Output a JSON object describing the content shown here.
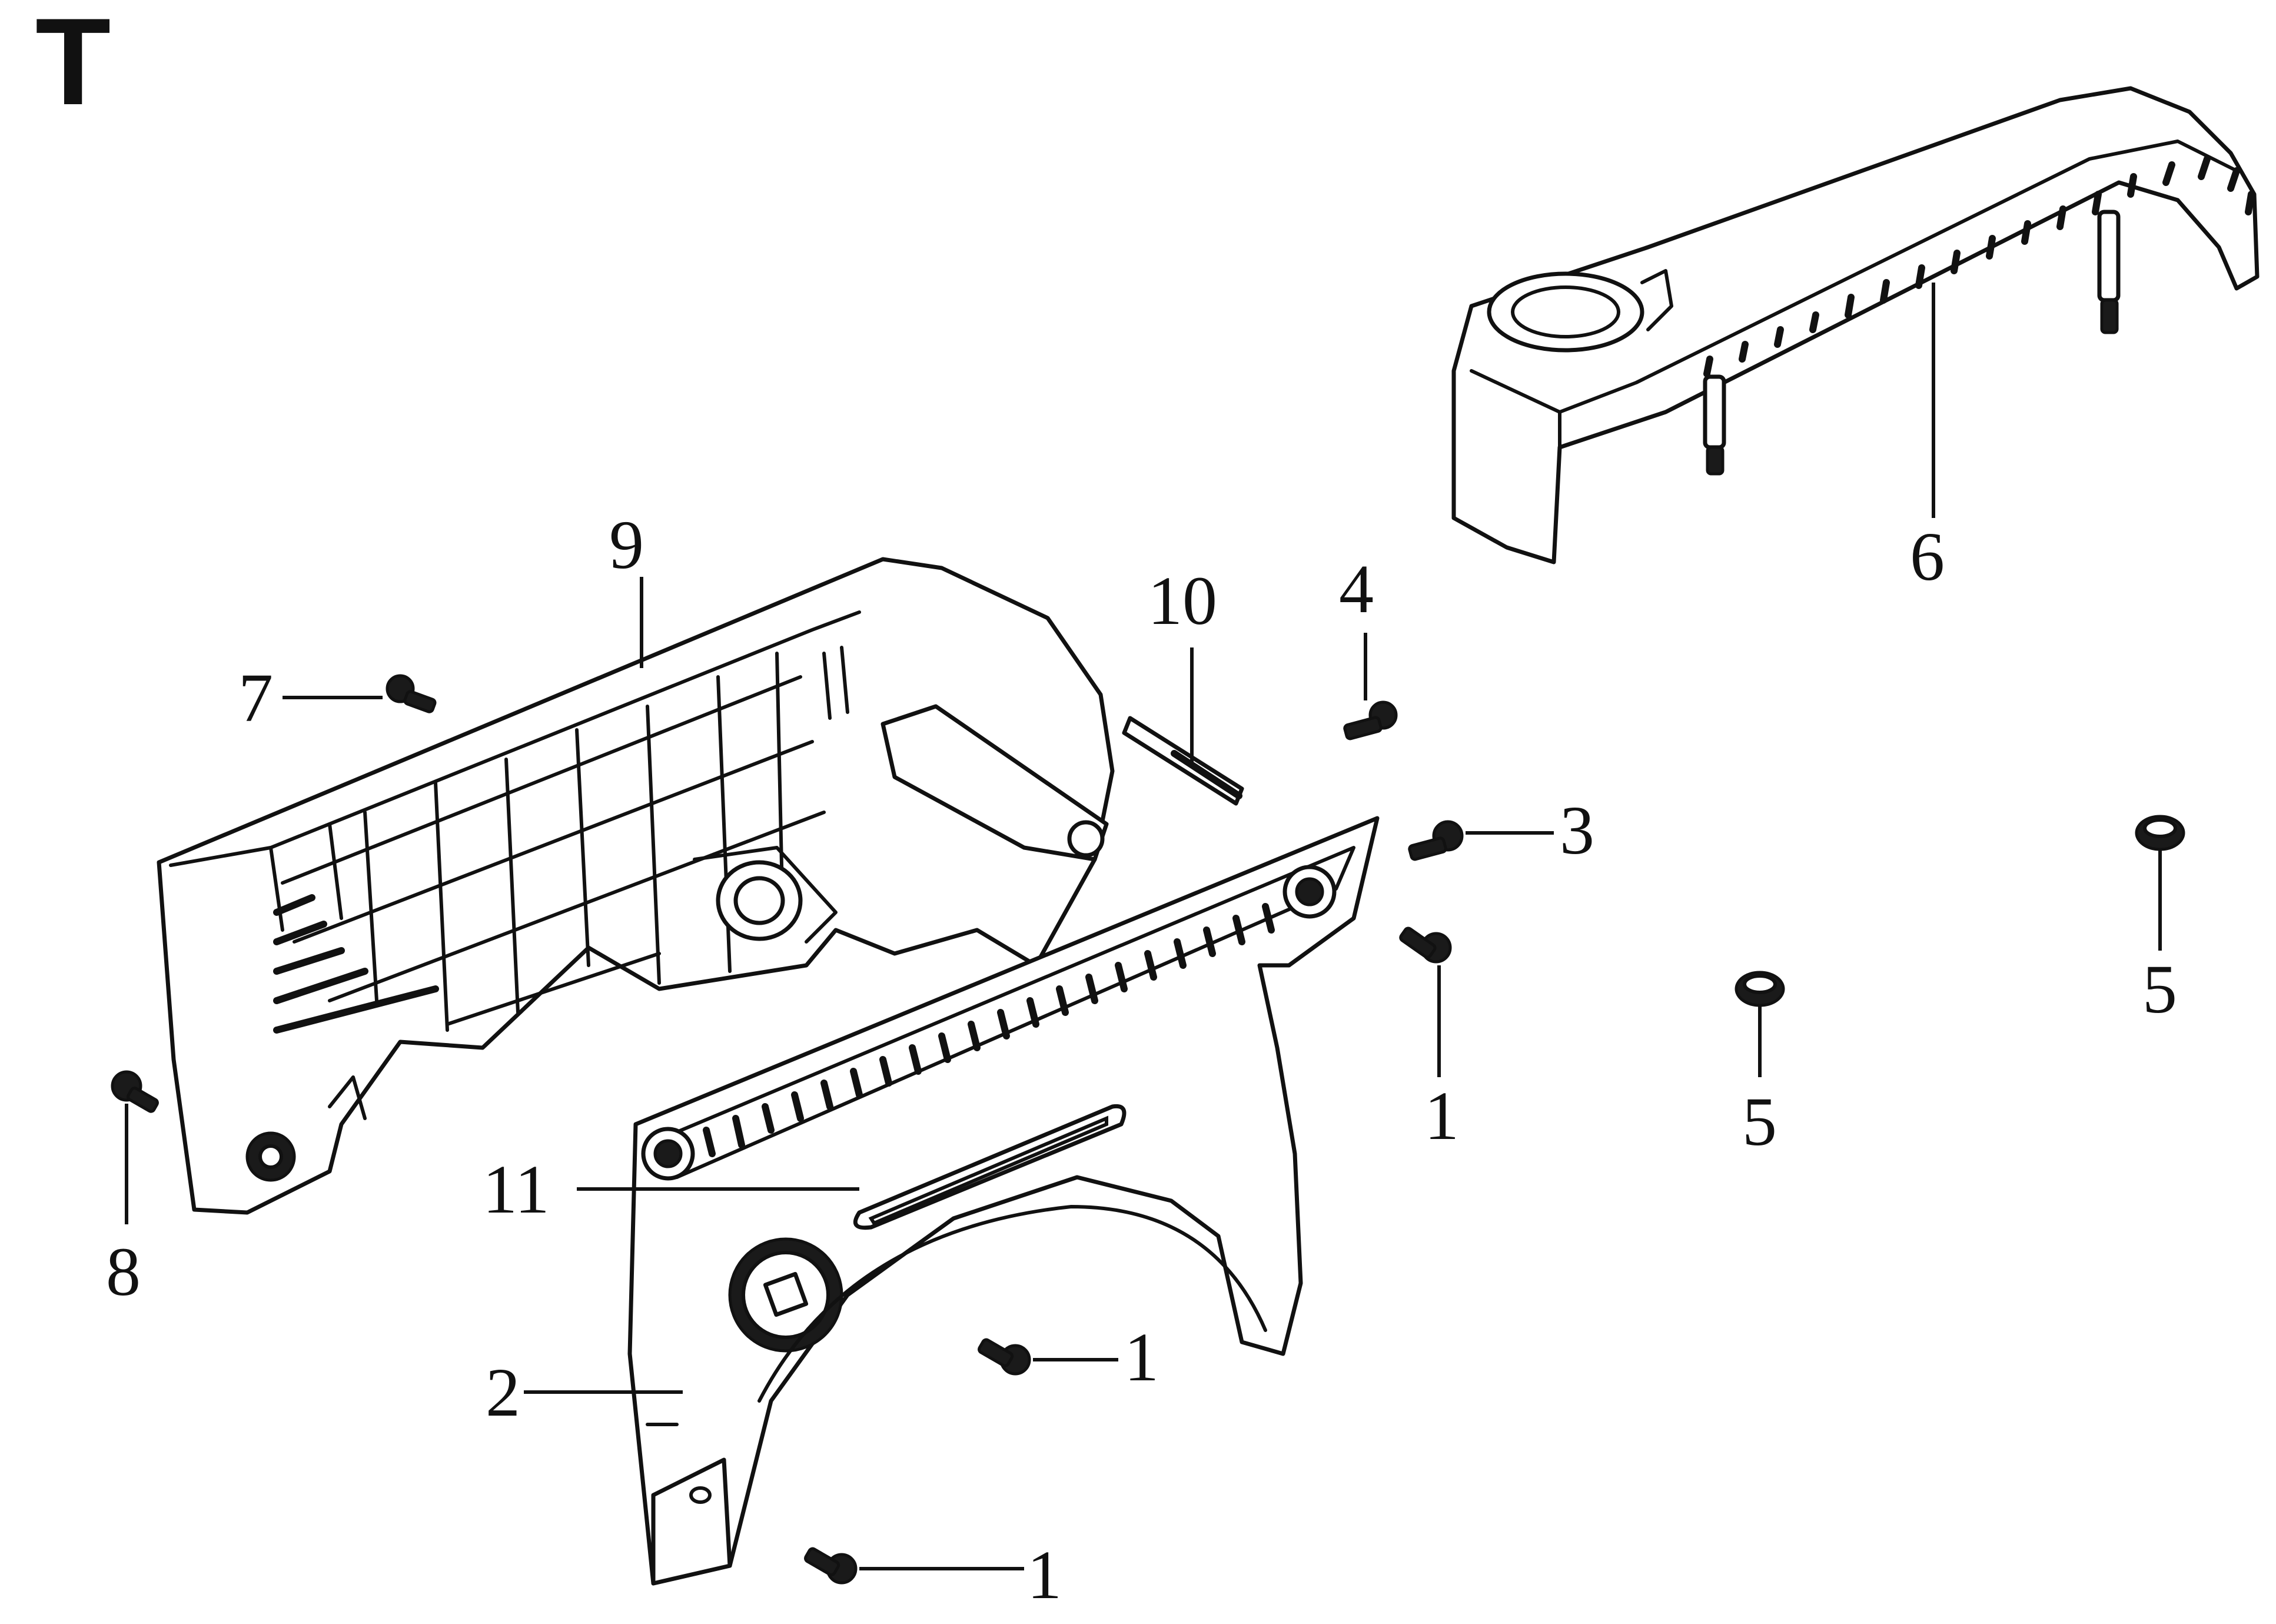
{
  "diagram": {
    "section_letter": "T",
    "callouts": [
      {
        "id": "label-9",
        "text": "9"
      },
      {
        "id": "label-10",
        "text": "10"
      },
      {
        "id": "label-4",
        "text": "4"
      },
      {
        "id": "label-7",
        "text": "7"
      },
      {
        "id": "label-3",
        "text": "3"
      },
      {
        "id": "label-6",
        "text": "6"
      },
      {
        "id": "label-8",
        "text": "8"
      },
      {
        "id": "label-11",
        "text": "11"
      },
      {
        "id": "label-2",
        "text": "2"
      },
      {
        "id": "label-1a",
        "text": "1"
      },
      {
        "id": "label-1b",
        "text": "1"
      },
      {
        "id": "label-1c",
        "text": "1"
      },
      {
        "id": "label-5a",
        "text": "5"
      },
      {
        "id": "label-5b",
        "text": "5"
      }
    ]
  }
}
